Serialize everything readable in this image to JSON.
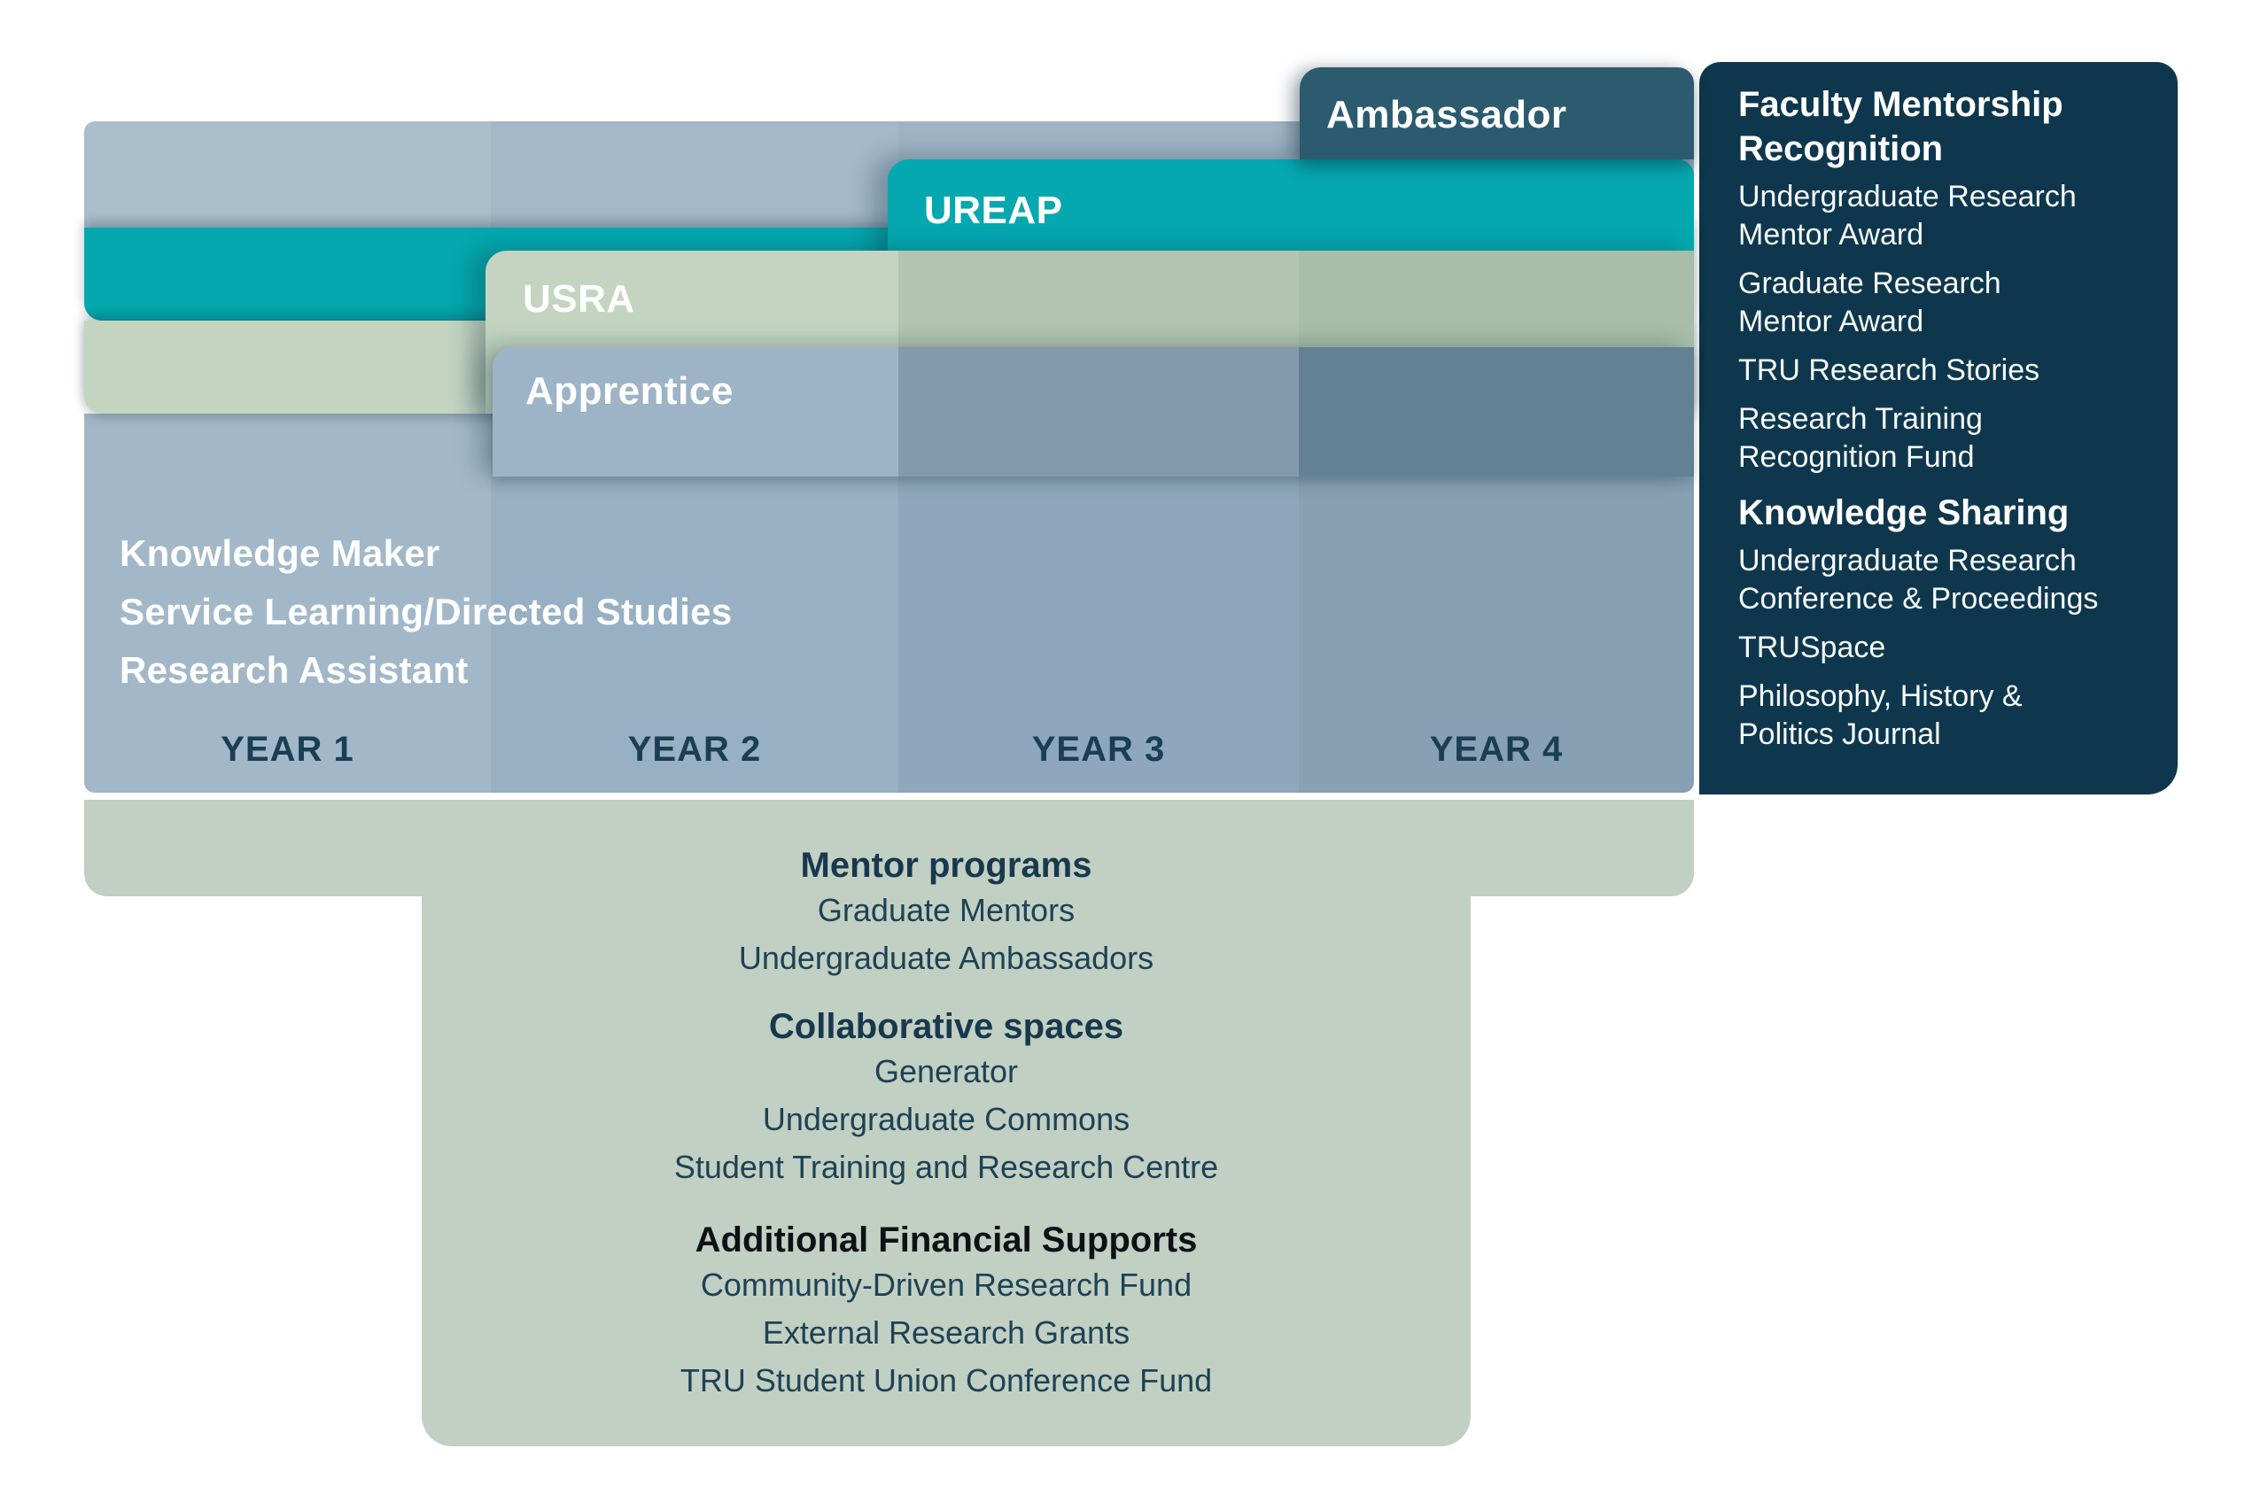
{
  "chart": {
    "tabs": [
      {
        "id": "ambassador",
        "label": "Ambassador"
      },
      {
        "id": "ureap",
        "label": "UREAP"
      },
      {
        "id": "usra",
        "label": "USRA"
      },
      {
        "id": "apprentice",
        "label": "Apprentice"
      }
    ],
    "base_programs": [
      "Knowledge Maker",
      "Service Learning/Directed Studies",
      "Research Assistant"
    ],
    "years": [
      "YEAR 1",
      "YEAR 2",
      "YEAR 3",
      "YEAR 4"
    ]
  },
  "side_panel": {
    "sections": [
      {
        "heading_lines": [
          "Faculty Mentorship",
          "Recognition"
        ],
        "items": [
          [
            "Undergraduate Research",
            "Mentor Award"
          ],
          [
            "Graduate Research",
            "Mentor Award"
          ],
          [
            "TRU Research Stories"
          ],
          [
            "Research Training",
            "Recognition Fund"
          ]
        ]
      },
      {
        "heading_lines": [
          "Knowledge Sharing"
        ],
        "items": [
          [
            "Undergraduate Research",
            "Conference & Proceedings"
          ],
          [
            "TRUSpace"
          ],
          [
            "Philosophy, History &",
            "Politics Journal"
          ]
        ]
      }
    ]
  },
  "bottom_panel": {
    "sections": [
      {
        "heading": "Mentor programs",
        "heading_style": "navy",
        "items": [
          "Graduate Mentors",
          "Undergraduate Ambassadors"
        ]
      },
      {
        "heading": "Collaborative spaces",
        "heading_style": "navy",
        "items": [
          "Generator",
          "Undergraduate Commons",
          "Student Training and Research Centre"
        ]
      },
      {
        "heading": "Additional Financial Supports",
        "heading_style": "black",
        "items": [
          "Community-Driven Research Fund",
          "External Research Grants",
          "TRU Student Union Conference Fund"
        ]
      }
    ]
  },
  "colors": {
    "teal": "#05a8af",
    "ambassador_slate": "#2c5b6f",
    "navy_panel": "#0e374d",
    "sage_panel": "#c2cfc3",
    "usra_green": "#c4d4c1",
    "apprentice_blue": "#9db3c6",
    "canvas_blue": "#abbecb",
    "heading_navy": "#16394d",
    "year_label_navy": "#1a3e54",
    "financial_heading_black": "#0d1014",
    "white_text": "#ffffff"
  }
}
